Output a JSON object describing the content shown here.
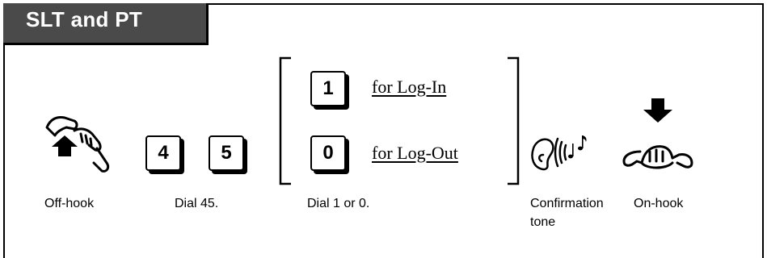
{
  "title": "SLT and PT",
  "steps": {
    "offhook": {
      "icon": "handset-lift-icon",
      "label": "Off-hook"
    },
    "dial45": {
      "keys": [
        "4",
        "5"
      ],
      "label": "Dial 45."
    },
    "dial10": {
      "options": [
        {
          "key": "1",
          "text": "for Log-In"
        },
        {
          "key": "0",
          "text": "for Log-Out"
        }
      ],
      "label": "Dial 1 or 0."
    },
    "confirm": {
      "icon": "ear-tone-icon",
      "label_line1": "Confirmation",
      "label_line2": "tone"
    },
    "onhook": {
      "icon": "handset-hangup-icon",
      "label": "On-hook"
    }
  }
}
